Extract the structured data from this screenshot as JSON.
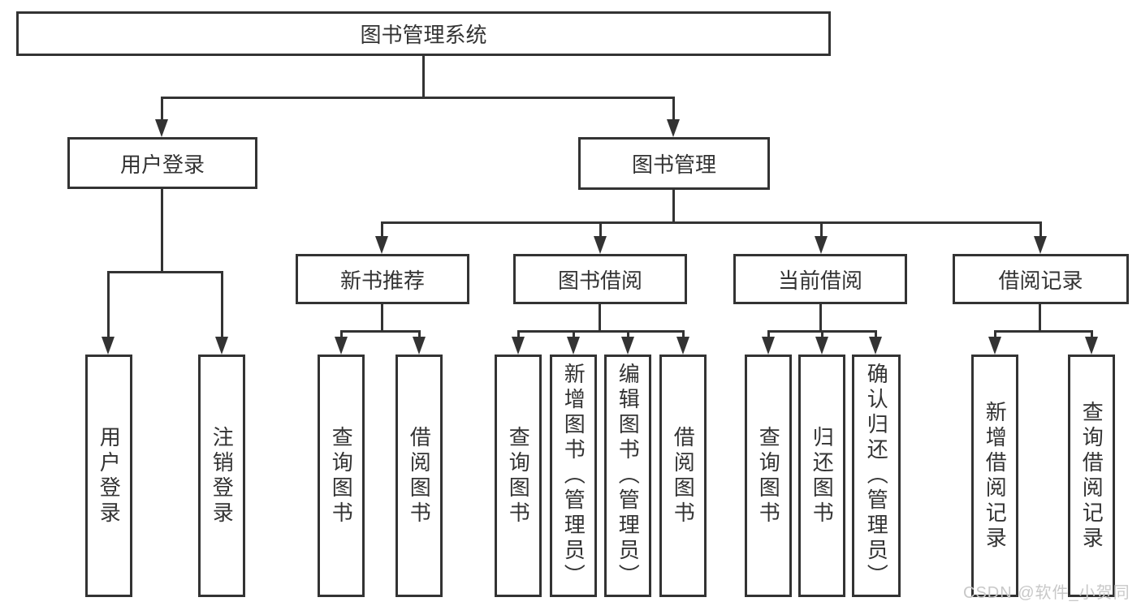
{
  "diagram": {
    "type": "tree",
    "watermark": "CSDN @软件_小贺同学",
    "colors": {
      "line": "#333333",
      "text": "#333333",
      "box_background": "#ffffff",
      "watermark": "#c8c8c8"
    },
    "nodes": {
      "root": {
        "label": "图书管理系统"
      },
      "level1": [
        {
          "label": "用户登录",
          "parent": "图书管理系统"
        },
        {
          "label": "图书管理",
          "parent": "图书管理系统"
        }
      ],
      "level2": [
        {
          "label": "新书推荐",
          "parent": "图书管理"
        },
        {
          "label": "图书借阅",
          "parent": "图书管理"
        },
        {
          "label": "当前借阅",
          "parent": "图书管理"
        },
        {
          "label": "借阅记录",
          "parent": "图书管理"
        }
      ],
      "leaves": [
        {
          "label": "用户登录",
          "parent": "用户登录"
        },
        {
          "label": "注销登录",
          "parent": "用户登录"
        },
        {
          "label": "查询图书",
          "parent": "新书推荐"
        },
        {
          "label": "借阅图书",
          "parent": "新书推荐"
        },
        {
          "label": "查询图书",
          "parent": "图书借阅"
        },
        {
          "label": "新增图书（管理员）",
          "parent": "图书借阅"
        },
        {
          "label": "编辑图书（管理员）",
          "parent": "图书借阅"
        },
        {
          "label": "借阅图书",
          "parent": "图书借阅"
        },
        {
          "label": "查询图书",
          "parent": "当前借阅"
        },
        {
          "label": "归还图书",
          "parent": "当前借阅"
        },
        {
          "label": "确认归还（管理员）",
          "parent": "当前借阅"
        },
        {
          "label": "新增借阅记录",
          "parent": "借阅记录"
        },
        {
          "label": "查询借阅记录",
          "parent": "借阅记录"
        }
      ]
    }
  }
}
